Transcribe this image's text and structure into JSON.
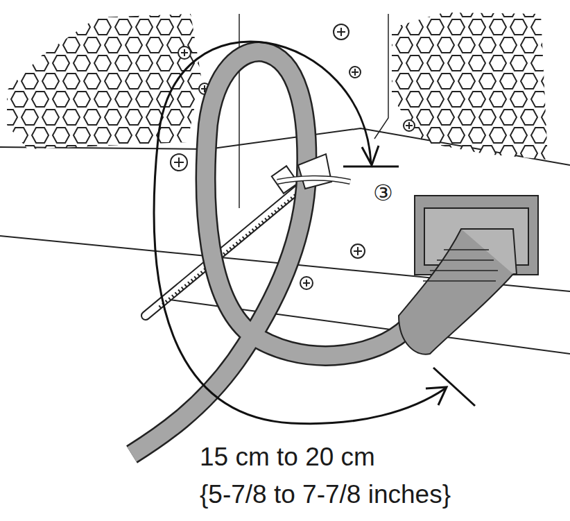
{
  "diagram": {
    "labels": [
      "③",
      "15 cm to 20 cm",
      "{5-7/8 to 7-7/8 inches}"
    ]
  }
}
